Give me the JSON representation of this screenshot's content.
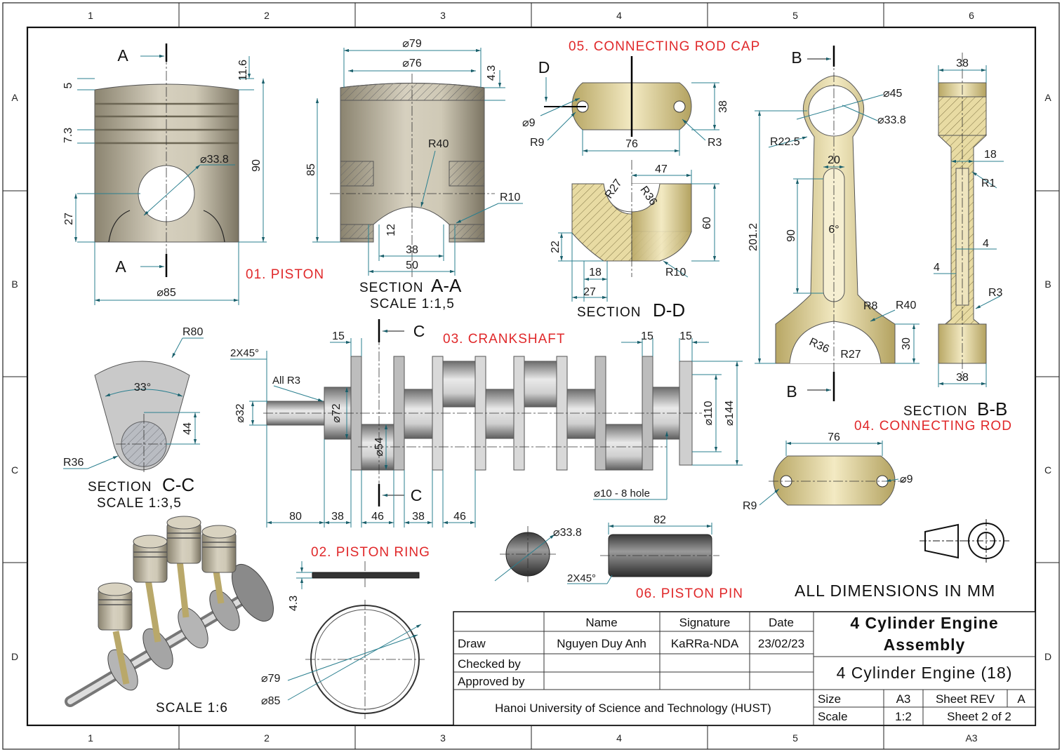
{
  "frame": {
    "columns": [
      "1",
      "2",
      "3",
      "4",
      "5",
      "6"
    ],
    "rows": [
      "A",
      "B",
      "C",
      "D"
    ],
    "bottom_right": "A3"
  },
  "views": {
    "piston": {
      "title": "01. PISTON",
      "cut_label": "A",
      "dims": [
        "11.6",
        "5",
        "7.3",
        "⌀33.8",
        "90",
        "27",
        "⌀85"
      ]
    },
    "section_aa": {
      "label": "SECTION",
      "letters": "A-A",
      "scale": "SCALE 1:1,5",
      "dims": [
        "⌀79",
        "⌀76",
        "4.3",
        "85",
        "R40",
        "R10",
        "12",
        "38",
        "50"
      ]
    },
    "rod_cap": {
      "title": "05. CONNECTING ROD CAP",
      "cut_label": "D",
      "dims": [
        "⌀9",
        "R9",
        "38",
        "76",
        "R3"
      ]
    },
    "section_dd": {
      "label": "SECTION",
      "letters": "D-D",
      "dims": [
        "47",
        "R27",
        "R36",
        "60",
        "22",
        "18",
        "R10",
        "27"
      ]
    },
    "conrod": {
      "title": "04. CONNECTING ROD",
      "cut_label": "B",
      "dims": [
        "⌀45",
        "⌀33.8",
        "R22.5",
        "20",
        "90",
        "6°",
        "201.2",
        "R8",
        "R40",
        "R36",
        "R27",
        "30"
      ]
    },
    "section_bb": {
      "label": "SECTION",
      "letters": "B-B",
      "dims": [
        "38",
        "18",
        "R1",
        "4",
        "4",
        "R3",
        "38"
      ]
    },
    "section_cc": {
      "label": "SECTION",
      "letters": "C-C",
      "scale": "SCALE 1:3,5",
      "dims": [
        "R80",
        "33°",
        "44",
        "R36"
      ]
    },
    "crankshaft": {
      "title": "03. CRANKSHAFT",
      "cut_label": "C",
      "dims": [
        "15",
        "15",
        "15",
        "2X45°",
        "All R3",
        "⌀32",
        "⌀72",
        "⌀54",
        "⌀110",
        "⌀144",
        "⌀10 - 8 hole",
        "80",
        "38",
        "46",
        "38",
        "46"
      ]
    },
    "cap_top": {
      "dims": [
        "76",
        "⌀9",
        "R9"
      ]
    },
    "piston_ring": {
      "title": "02. PISTON RING",
      "dims": [
        "4.3",
        "⌀79",
        "⌀85"
      ]
    },
    "piston_pin": {
      "title": "06. PISTON PIN",
      "dims": [
        "⌀33.8",
        "82",
        "2X45°"
      ]
    },
    "iso": {
      "scale": "SCALE 1:6"
    }
  },
  "note": "ALL DIMENSIONS IN MM",
  "title_block": {
    "headers": [
      "Name",
      "Signature",
      "Date"
    ],
    "rows": [
      {
        "role": "Draw",
        "name": "Nguyen Duy Anh",
        "signature": "KaRRa-NDA",
        "date": "23/02/23"
      },
      {
        "role": "Checked by",
        "name": "",
        "signature": "",
        "date": ""
      },
      {
        "role": "Approved by",
        "name": "",
        "signature": "",
        "date": ""
      }
    ],
    "organization": "Hanoi University of Science and Technology (HUST)",
    "title_line1": "4 Cylinder Engine",
    "title_line2": "Assembly",
    "subtitle": "4 Cylinder Engine (18)",
    "size_label": "Size",
    "size": "A3",
    "sheet_rev_label": "Sheet REV",
    "sheet_rev": "A",
    "scale_label": "Scale",
    "scale": "1:2",
    "sheet": "Sheet 2 of 2"
  },
  "colors": {
    "dimension": "#2a7f8f",
    "title_red": "#e0282a",
    "metal": "#9a9a9a",
    "bronze": "#d9c88e"
  }
}
